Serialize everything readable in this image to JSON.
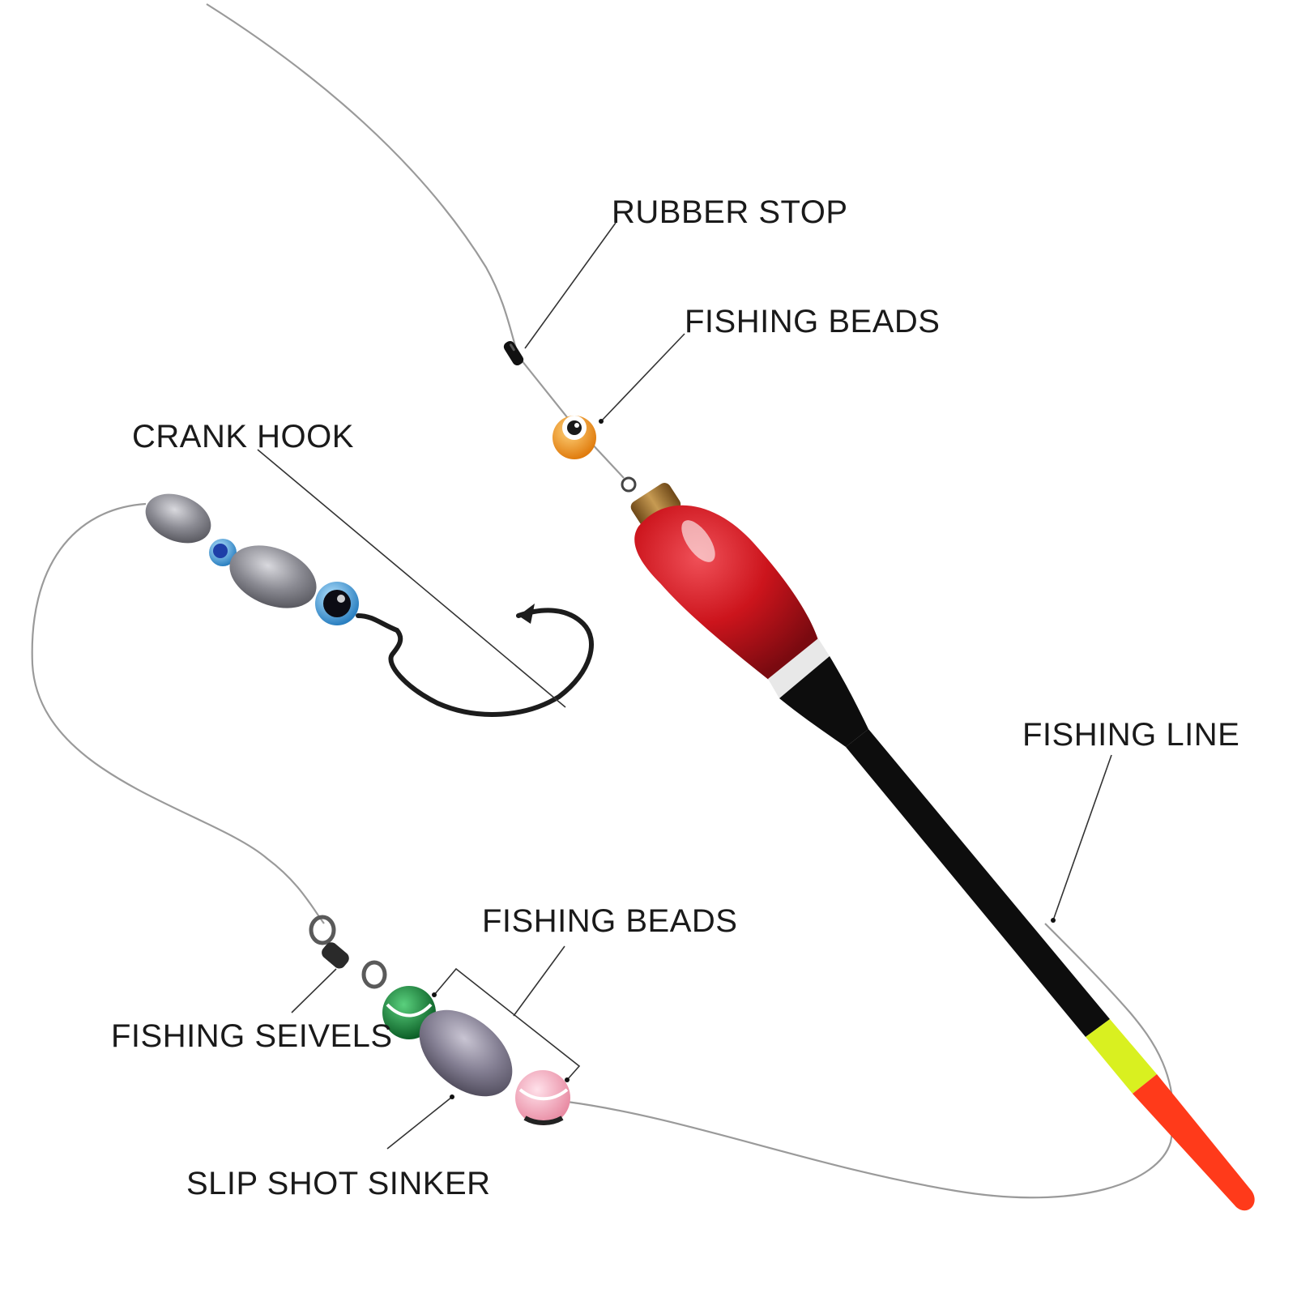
{
  "labels": {
    "rubber_stop": "RUBBER STOP",
    "fishing_beads_top": "FISHING BEADS",
    "crank_hook": "CRANK HOOK",
    "fishing_line": "FISHING LINE",
    "fishing_beads_bottom": "FISHING BEADS",
    "fishing_seivels": "FISHING SEIVELS",
    "slip_shot_sinker": "SLIP SHOT SINKER"
  },
  "colors": {
    "background": "#ffffff",
    "label_text": "#1a1a1a",
    "float_body": "#c8141c",
    "float_stem": "#0d0d0d",
    "float_band": "#e6e6e6",
    "tip_yellow": "#d9f020",
    "tip_red": "#ff3a1a",
    "float_cap": "#9a6a2a",
    "sinker": "#7d7d85",
    "bead_orange": "#f39a1e",
    "bead_blue": "#1e5fd0",
    "bead_green": "#148a3a",
    "bead_pink": "#f2a6b8"
  },
  "icons": {
    "float": "bobber-icon",
    "hook": "hook-icon",
    "sinker": "sinker-icon",
    "swivel": "swivel-icon",
    "bead": "bead-icon",
    "rubber_stop": "rubber-stop-icon"
  }
}
